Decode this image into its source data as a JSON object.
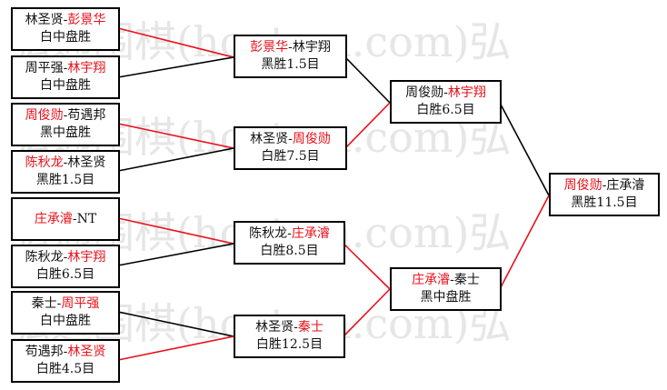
{
  "watermark": "弘通围棋(hootom.com)弘",
  "colors": {
    "winner_text": "#e8101a",
    "winner_line": "#e8101a",
    "loser_line": "#000000",
    "border": "#000000"
  },
  "matches": [
    {
      "id": "r1m1",
      "p1": "林圣贤",
      "p2": "彭景华",
      "winner": 2,
      "result": "白中盘胜"
    },
    {
      "id": "r1m2",
      "p1": "周平强",
      "p2": "林宇翔",
      "winner": 2,
      "result": "白中盘胜"
    },
    {
      "id": "r1m3",
      "p1": "周俊勋",
      "p2": "苟遇邦",
      "winner": 1,
      "result": "黑中盘胜"
    },
    {
      "id": "r1m4",
      "p1": "陈秋龙",
      "p2": "林圣贤",
      "winner": 1,
      "result": "黑胜1.5目"
    },
    {
      "id": "r1m5",
      "p1": "庄承濬",
      "p2": "NT",
      "winner": 1,
      "result": ""
    },
    {
      "id": "r1m6",
      "p1": "陈秋龙",
      "p2": "林宇翔",
      "winner": 2,
      "result": "白胜6.5目"
    },
    {
      "id": "r1m7",
      "p1": "秦士",
      "p2": "周平强",
      "winner": 2,
      "result": "白中盘胜"
    },
    {
      "id": "r1m8",
      "p1": "苟遇邦",
      "p2": "林圣贤",
      "winner": 2,
      "result": "白胜4.5目"
    },
    {
      "id": "r2m1",
      "p1": "彭景华",
      "p2": "林宇翔",
      "winner": 1,
      "result": "黑胜1.5目"
    },
    {
      "id": "r2m2",
      "p1": "林圣贤",
      "p2": "周俊勋",
      "winner": 2,
      "result": "白胜7.5目"
    },
    {
      "id": "r2m3",
      "p1": "陈秋龙",
      "p2": "庄承濬",
      "winner": 2,
      "result": "白胜8.5目"
    },
    {
      "id": "r2m4",
      "p1": "林圣贤",
      "p2": "秦士",
      "winner": 2,
      "result": "白胜12.5目"
    },
    {
      "id": "r3m1",
      "p1": "周俊勋",
      "p2": "林宇翔",
      "winner": 2,
      "result": "白胜6.5目"
    },
    {
      "id": "r3m2",
      "p1": "庄承濬",
      "p2": "秦士",
      "winner": 1,
      "result": "黑中盘胜"
    },
    {
      "id": "final",
      "p1": "周俊勋",
      "p2": "庄承濬",
      "winner": 1,
      "result": "黑胜11.5目"
    }
  ]
}
